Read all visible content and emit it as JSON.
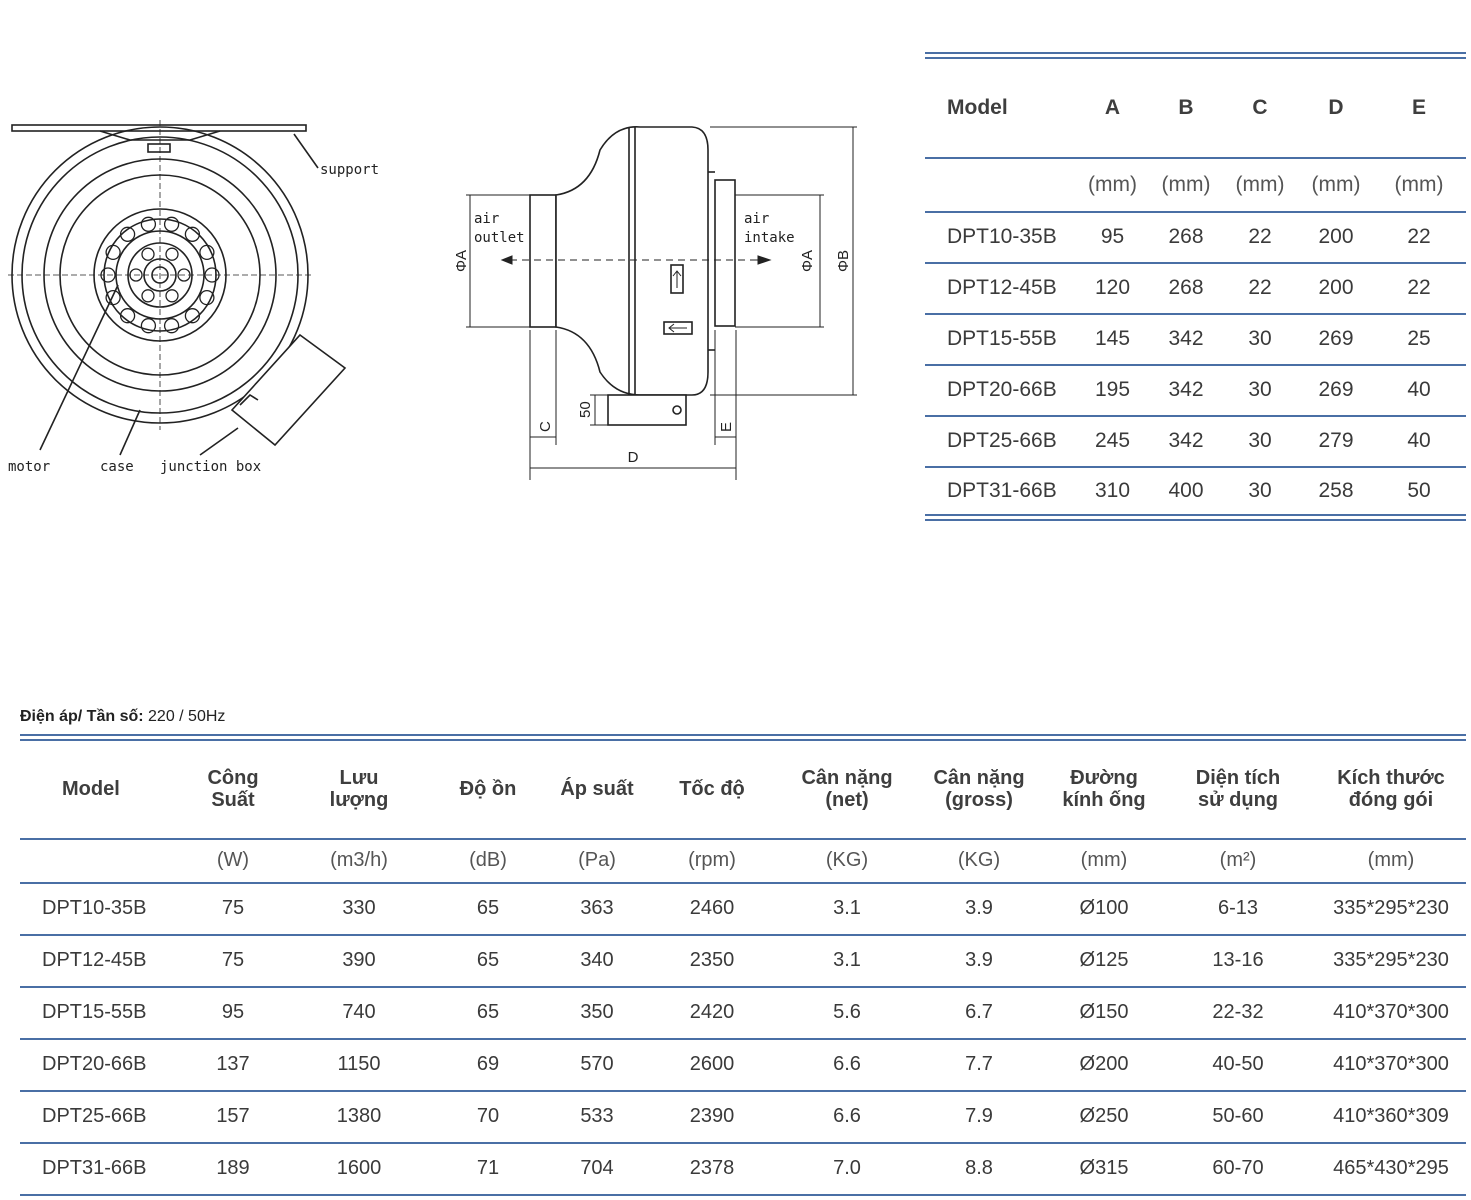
{
  "drawings": {
    "front": {
      "labels": {
        "support": "support",
        "motor": "motor",
        "case": "case",
        "junction_box": "junction box"
      }
    },
    "side": {
      "labels": {
        "air_outlet_1": "air",
        "air_outlet_2": "outlet",
        "air_intake_1": "air",
        "air_intake_2": "intake",
        "dim_a_left": "ΦA",
        "dim_a_right": "ΦA",
        "dim_b": "ΦB",
        "dim_c": "C",
        "dim_d": "D",
        "dim_e": "E",
        "dim_50": "50"
      }
    }
  },
  "dimension_table": {
    "headers": [
      "Model",
      "A",
      "B",
      "C",
      "D",
      "E"
    ],
    "units": [
      "",
      "(mm)",
      "(mm)",
      "(mm)",
      "(mm)",
      "(mm)"
    ],
    "rows": [
      [
        "DPT10-35B",
        "95",
        "268",
        "22",
        "200",
        "22"
      ],
      [
        "DPT12-45B",
        "120",
        "268",
        "22",
        "200",
        "22"
      ],
      [
        "DPT15-55B",
        "145",
        "342",
        "30",
        "269",
        "25"
      ],
      [
        "DPT20-66B",
        "195",
        "342",
        "30",
        "269",
        "40"
      ],
      [
        "DPT25-66B",
        "245",
        "342",
        "30",
        "279",
        "40"
      ],
      [
        "DPT31-66B",
        "310",
        "400",
        "30",
        "258",
        "50"
      ]
    ]
  },
  "voltage": {
    "label": "Điện áp/ Tần số:",
    "value": " 220 / 50Hz"
  },
  "performance_table": {
    "headers": [
      [
        "Model"
      ],
      [
        "Công",
        "Suất"
      ],
      [
        "Lưu",
        "lượng"
      ],
      [
        "Độ ồn"
      ],
      [
        "Áp suất"
      ],
      [
        "Tốc độ"
      ],
      [
        "Cân nặng",
        "(net)"
      ],
      [
        "Cân nặng",
        "(gross)"
      ],
      [
        "Đường",
        "kính ống"
      ],
      [
        "Diện tích",
        "sử dụng"
      ],
      [
        "Kích thước",
        "đóng gói"
      ]
    ],
    "units": [
      "",
      "(W)",
      "(m3/h)",
      "(dB)",
      "(Pa)",
      "(rpm)",
      "(KG)",
      "(KG)",
      "(mm)",
      "(m²)",
      "(mm)"
    ],
    "rows": [
      [
        "DPT10-35B",
        "75",
        "330",
        "65",
        "363",
        "2460",
        "3.1",
        "3.9",
        "Ø100",
        "6-13",
        "335*295*230"
      ],
      [
        "DPT12-45B",
        "75",
        "390",
        "65",
        "340",
        "2350",
        "3.1",
        "3.9",
        "Ø125",
        "13-16",
        "335*295*230"
      ],
      [
        "DPT15-55B",
        "95",
        "740",
        "65",
        "350",
        "2420",
        "5.6",
        "6.7",
        "Ø150",
        "22-32",
        "410*370*300"
      ],
      [
        "DPT20-66B",
        "137",
        "1150",
        "69",
        "570",
        "2600",
        "6.6",
        "7.7",
        "Ø200",
        "40-50",
        "410*370*300"
      ],
      [
        "DPT25-66B",
        "157",
        "1380",
        "70",
        "533",
        "2390",
        "6.6",
        "7.9",
        "Ø250",
        "50-60",
        "410*360*309"
      ],
      [
        "DPT31-66B",
        "189",
        "1600",
        "71",
        "704",
        "2378",
        "7.0",
        "8.8",
        "Ø315",
        "60-70",
        "465*430*295"
      ]
    ]
  }
}
